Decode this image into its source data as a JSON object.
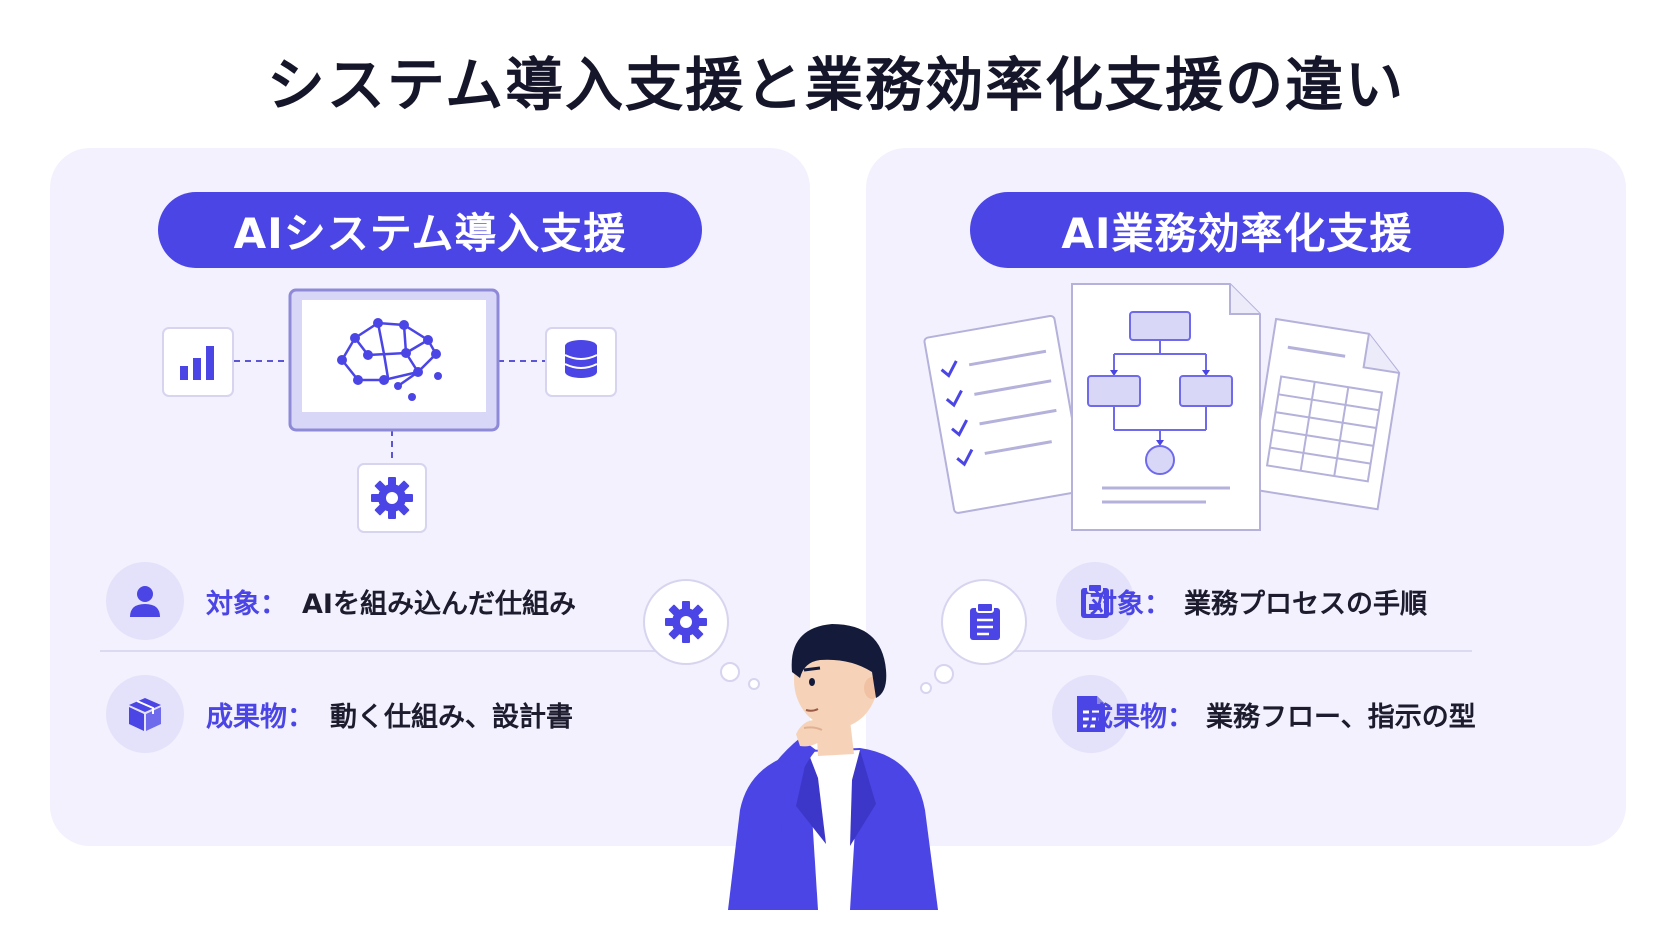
{
  "title": "システム導入支援と業務効率化支援の違い",
  "colors": {
    "accent": "#4b45e6",
    "panel_bg": "#f2f1fd",
    "icon_circle": "#e4e2fa",
    "text": "#1c1c2e"
  },
  "left": {
    "heading": "AIシステム導入支援",
    "illustration_icons": [
      "bar-chart-icon",
      "neural-network-icon",
      "database-icon",
      "gear-icon"
    ],
    "rows": [
      {
        "icon": "person-icon",
        "label": "対象：",
        "value": "AIを組み込んだ仕組み"
      },
      {
        "icon": "box-icon",
        "label": "成果物：",
        "value": "動く仕組み、設計書"
      }
    ]
  },
  "right": {
    "heading": "AI業務効率化支援",
    "illustration_icons": [
      "checklist-document-icon",
      "flowchart-document-icon",
      "table-document-icon"
    ],
    "rows": [
      {
        "icon": "clipboard-icon",
        "label": "対象：",
        "value": "業務プロセスの手順"
      },
      {
        "icon": "document-icon",
        "label": "成果物：",
        "value": "業務フロー、指示の型"
      }
    ]
  },
  "thought_bubbles": [
    "gear-icon",
    "clipboard-icon"
  ]
}
